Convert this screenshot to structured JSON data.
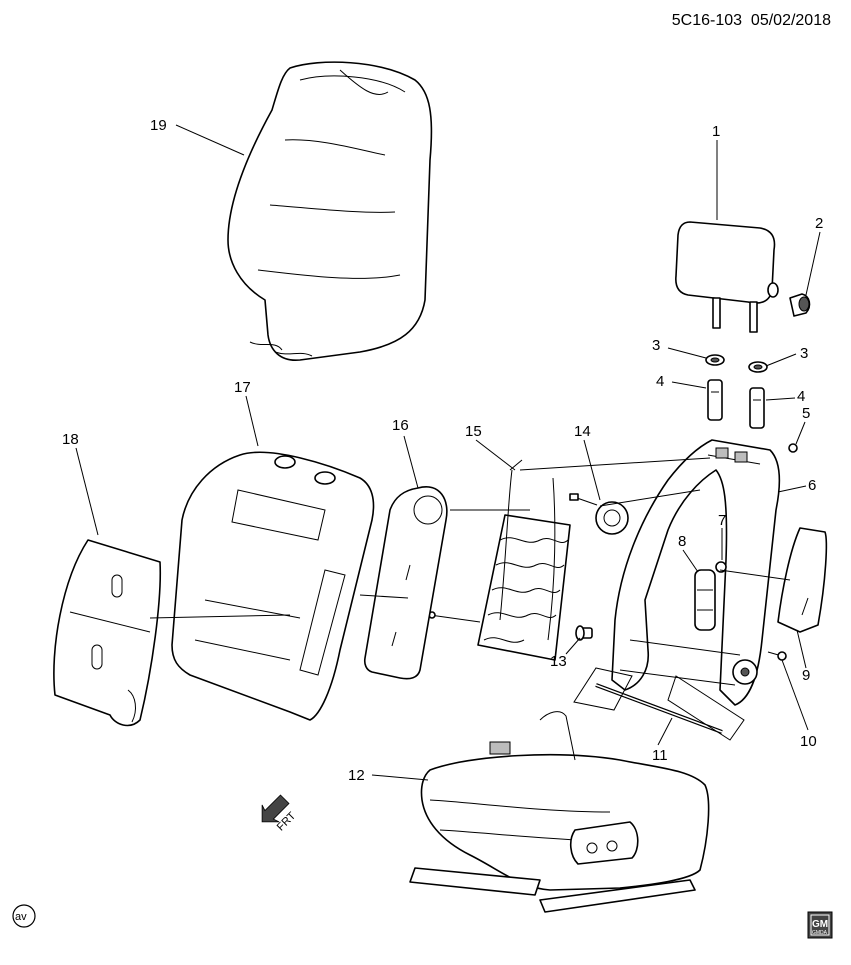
{
  "header": {
    "diagram_id": "5C16-103",
    "date": "05/02/2018"
  },
  "callouts": [
    "1",
    "2",
    "3",
    "3",
    "4",
    "4",
    "5",
    "6",
    "7",
    "8",
    "9",
    "10",
    "11",
    "12",
    "13",
    "14",
    "15",
    "16",
    "17",
    "18",
    "19"
  ],
  "direction": {
    "label": "FRT"
  },
  "corner_mark": {
    "label": "av"
  },
  "logo": {
    "line1": "GM",
    "line2": "GMDA"
  }
}
